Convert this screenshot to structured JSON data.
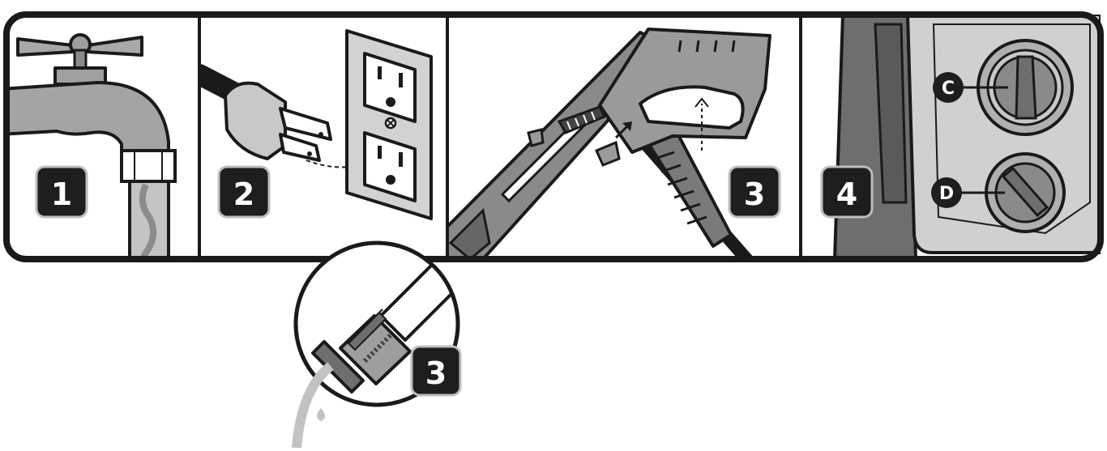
{
  "steps": [
    {
      "number": "1",
      "subject": "faucet-hose-connection"
    },
    {
      "number": "2",
      "subject": "plug-into-outlet"
    },
    {
      "number": "3",
      "subject": "trigger-gun-squeeze"
    },
    {
      "number": "4",
      "subject": "control-knobs"
    }
  ],
  "inset_step": {
    "number": "3",
    "subject": "nozzle-water-release"
  },
  "knob_labels": {
    "c": "C",
    "d": "D"
  },
  "colors": {
    "outline": "#1a1a1a",
    "badge_fill": "#1e1e1e",
    "badge_text": "#ffffff",
    "gray_light": "#c8c8c8",
    "gray_mid": "#9e9e9e",
    "gray_dark": "#6e6e6e",
    "panel_bg": "#ffffff"
  }
}
